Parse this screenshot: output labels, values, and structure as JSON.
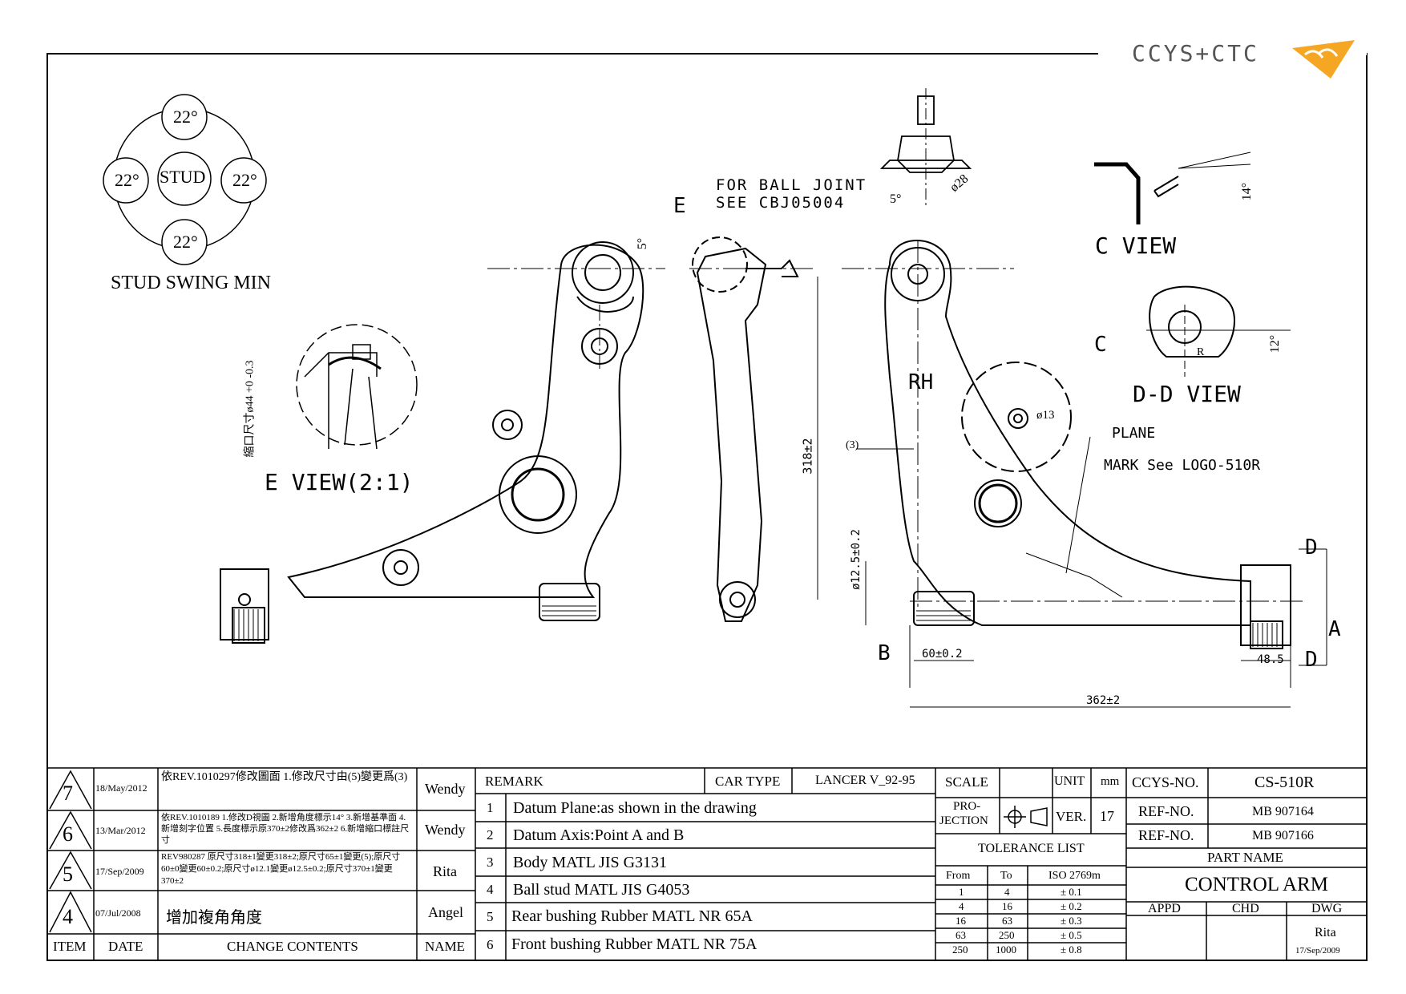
{
  "header": {
    "logo_text": "CCYS+CTC",
    "logo_color": "#f5a623"
  },
  "stud_swing": {
    "top": "22°",
    "left": "22°",
    "right": "22°",
    "bottom": "22°",
    "center": "STUD",
    "caption": "STUD SWING MIN"
  },
  "views": {
    "e_view_title": "E VIEW(2:1)",
    "e_view_rotated_label": "縮口尺寸ø44 +0 -0.3",
    "c_view_title": "C VIEW",
    "dd_view_title": "D-D VIEW",
    "dd_angle": "12°",
    "dd_r": "R",
    "c_angle": "14°",
    "ball_joint_note_1": "FOR BALL JOINT",
    "ball_joint_note_2": "SEE CBJ05004",
    "ball_joint_angle": "5°",
    "ball_joint_dia": "ø28",
    "e_label": "E",
    "c_label": "C",
    "rh_label": "RH",
    "side_angle": "5°",
    "hole_dia": "ø13",
    "plane_label": "PLANE",
    "mark_label": "MARK See LOGO-510R",
    "dim_318": "318±2",
    "dim_3": "(3)",
    "dim_12_5": "ø12.5±0.2",
    "dim_60": "60±0.2",
    "dim_362": "362±2",
    "dim_48_5": "48.5",
    "label_a": "A",
    "label_b": "B",
    "label_d_top": "D",
    "label_d_bottom": "D",
    "triangle_mark": "Δ"
  },
  "title_block": {
    "revisions": [
      {
        "item": "7",
        "date": "18/May/2012",
        "contents": "依REV.1010297修改圖面 1.修改尺寸由(5)變更爲(3)",
        "name": "Wendy"
      },
      {
        "item": "6",
        "date": "13/Mar/2012",
        "contents": "依REV.1010189 1.修改D視圖 2.新增角度標示14° 3.新增基準面 4.新增刻字位置 5.長度標示原370±2修改爲362±2 6.新增縮口標註尺寸",
        "name": "Wendy"
      },
      {
        "item": "5",
        "date": "17/Sep/2009",
        "contents": "REV980287 原尺寸318±1變更318±2;原尺寸65±1變更(5);原尺寸60±0變更60±0.2;原尺寸ø12.1變更ø12.5±0.2;原尺寸370±1變更370±2",
        "name": "Rita"
      },
      {
        "item": "4",
        "date": "07/Jul/2008",
        "contents": "增加複角角度",
        "name": "Angel"
      }
    ],
    "headers": {
      "item": "ITEM",
      "date": "DATE",
      "contents": "CHANGE CONTENTS",
      "name": "NAME"
    },
    "remark_label": "REMARK",
    "car_type_label": "CAR TYPE",
    "car_type_value": "LANCER V_92-95",
    "remarks": [
      {
        "no": "1",
        "text": "Datum Plane:as shown in the drawing"
      },
      {
        "no": "2",
        "text": "Datum Axis:Point A and B"
      },
      {
        "no": "3",
        "text": "Body MATL JIS G3131"
      },
      {
        "no": "4",
        "text": "Ball stud MATL JIS G4053"
      },
      {
        "no": "5",
        "text": "Rear bushing Rubber MATL NR 65A"
      },
      {
        "no": "6",
        "text": "Front bushing Rubber MATL NR 75A"
      }
    ],
    "scale_label": "SCALE",
    "unit_label": "UNIT",
    "unit_value": "mm",
    "projection_label_1": "PRO-",
    "projection_label_2": "JECTION",
    "ver_label": "VER.",
    "ver_value": "17",
    "tolerance_title": "TOLERANCE LIST",
    "tol_headers": {
      "from": "From",
      "to": "To",
      "iso": "ISO 2769m"
    },
    "tolerances": [
      {
        "from": "1",
        "to": "4",
        "tol": "± 0.1"
      },
      {
        "from": "4",
        "to": "16",
        "tol": "± 0.2"
      },
      {
        "from": "16",
        "to": "63",
        "tol": "± 0.3"
      },
      {
        "from": "63",
        "to": "250",
        "tol": "± 0.5"
      },
      {
        "from": "250",
        "to": "1000",
        "tol": "± 0.8"
      }
    ],
    "ccys_no_label": "CCYS-NO.",
    "ccys_no_value": "CS-510R",
    "ref_no_label_1": "REF-NO.",
    "ref_no_value_1": "MB 907164",
    "ref_no_label_2": "REF-NO.",
    "ref_no_value_2": "MB 907166",
    "part_name_label": "PART NAME",
    "part_name_value": "CONTROL ARM",
    "appd_label": "APPD",
    "chd_label": "CHD",
    "dwg_label": "DWG",
    "dwg_name": "Rita",
    "dwg_date": "17/Sep/2009"
  }
}
